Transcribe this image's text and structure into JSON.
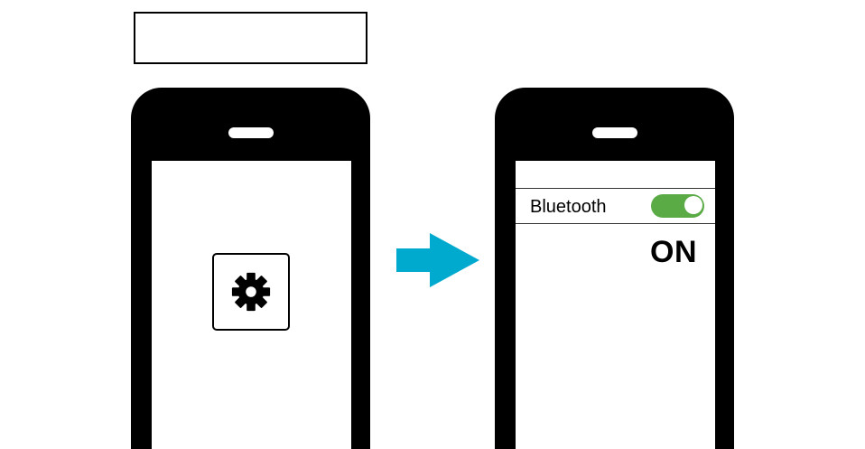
{
  "right_phone": {
    "bluetooth_label": "Bluetooth",
    "toggle_state": "on",
    "status_text": "ON"
  },
  "icons": {
    "settings": "gear-icon",
    "arrow": "arrow-right-icon"
  },
  "colors": {
    "toggle_on": "#5aab46",
    "arrow": "#00a9ce",
    "phone_body": "#000000"
  }
}
